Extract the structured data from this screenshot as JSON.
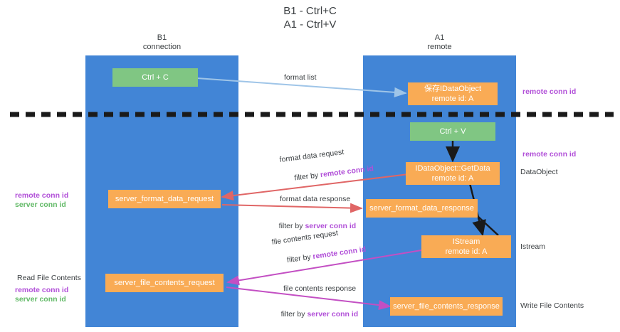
{
  "title": "B1 - Ctrl+C\nA1 - Ctrl+V",
  "columns": [
    {
      "name": "left-column-header",
      "label": "B1\nconnection"
    },
    {
      "name": "right-column-header",
      "label": "A1\nremote"
    }
  ],
  "boxes": {
    "ctrl_c": "Ctrl + C",
    "ctrl_v": "Ctrl + V",
    "save_idataobject": "保存IDataObject\nremote id: A",
    "idataobject_getdata": "IDataObject::GetData\nremote id: A",
    "istream": "IStream\nremote id: A",
    "server_format_data_request": "server_format_data_request",
    "server_format_data_response": "server_format_data_response",
    "server_file_contents_request": "server_file_contents_request",
    "server_file_contents_response": "server_file_contents_response"
  },
  "edge_labels": {
    "format_list": "format list",
    "format_data_request": "format data request",
    "format_data_request_filter_prefix": "filter by ",
    "format_data_request_filter_key": "remote conn id",
    "format_data_response": "format data response",
    "format_data_response_filter_prefix": "filter by ",
    "format_data_response_filter_key": "server conn id",
    "file_contents_request": "file contents request",
    "file_contents_request_filter_prefix": "filter by ",
    "file_contents_request_filter_key": "remote conn id",
    "file_contents_response": "file contents response",
    "file_contents_response_filter_prefix": "filter by ",
    "file_contents_response_filter_key": "server conn id"
  },
  "side_labels": {
    "right_remote_conn_id_top": "remote conn id",
    "right_remote_conn_id_mid": "remote conn id",
    "right_dataobject": "DataObject",
    "right_istream": "Istream",
    "right_write_file_contents": "Write File Contents",
    "left_remote_conn_id_mid": "remote conn id",
    "left_server_conn_id_mid": "server conn id",
    "left_read_file_contents": "Read File Contents",
    "left_remote_conn_id_bottom": "remote conn id",
    "left_server_conn_id_bottom": "server conn id"
  },
  "colors": {
    "lane": "#4285d6",
    "box_orange": "#f9ab55",
    "box_green": "#80c683",
    "purple": "#b14fd8",
    "green_text": "#63ba68",
    "arrow_blue": "#9fc5e8",
    "arrow_red": "#e06666",
    "arrow_magenta": "#c34fc3",
    "arrow_black": "#1a1a1a",
    "divider": "#1a1a1a",
    "text": "#3c4043"
  }
}
